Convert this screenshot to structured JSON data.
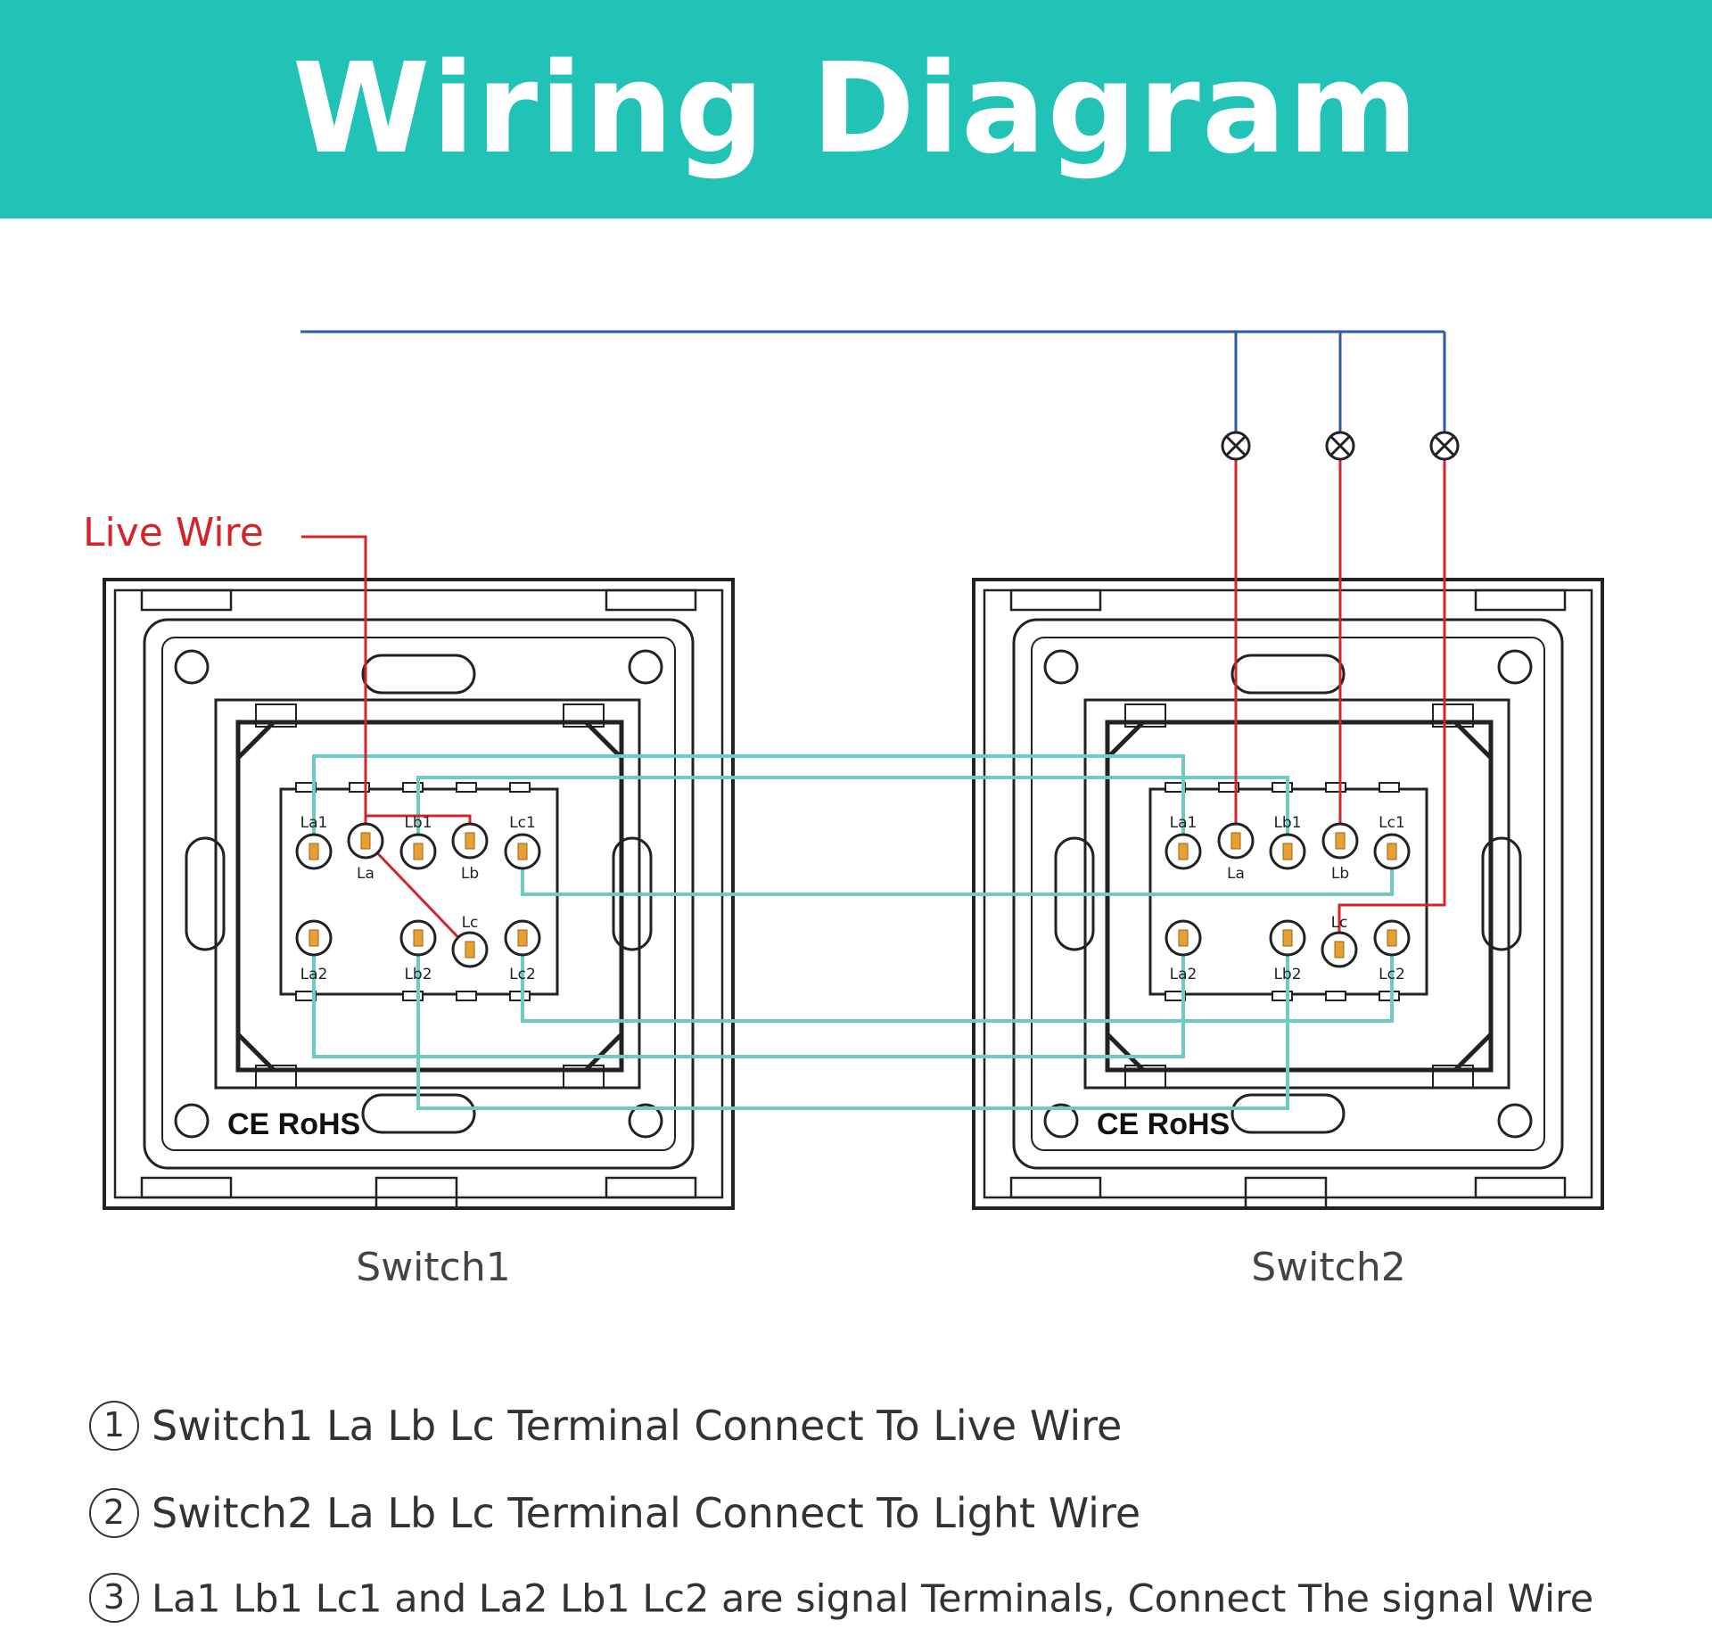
{
  "header": {
    "title": "Wiring Diagram",
    "color": "#21c3b7"
  },
  "colors": {
    "live": "#d4242a",
    "neutral": "#2d5aa0",
    "signal": "#6ecbc3",
    "outline": "#222222"
  },
  "live_wire_label": "Live Wire",
  "switch1": {
    "name": "Switch1",
    "terminal_labels": [
      "La1",
      "La",
      "Lb1",
      "Lb",
      "Lc1",
      "Lc",
      "La2",
      "Lb2",
      "Lc2"
    ],
    "badges": "CE RoHS"
  },
  "switch2": {
    "name": "Switch2",
    "terminal_labels": [
      "La1",
      "La",
      "Lb1",
      "Lb",
      "Lc1",
      "Lc",
      "La2",
      "Lb2",
      "Lc2"
    ],
    "badges": "CE RoHS"
  },
  "lamps": [
    "lamp-icon",
    "lamp-icon",
    "lamp-icon"
  ],
  "notes": [
    {
      "num": "1",
      "text": "Switch1 La Lb Lc Terminal Connect To Live Wire"
    },
    {
      "num": "2",
      "text": "Switch2 La Lb Lc Terminal Connect To Light Wire"
    },
    {
      "num": "3",
      "text": "La1 Lb1 Lc1  and La2 Lb1 Lc2 are signal Terminals, Connect The signal Wire"
    }
  ]
}
